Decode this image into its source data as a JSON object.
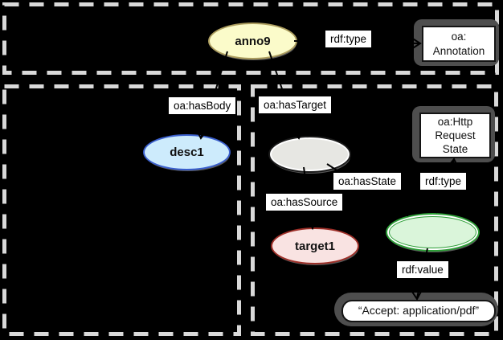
{
  "diagram": {
    "background_color": "#000000",
    "dashed_border_color": "#d9d9d9",
    "shadow_color": "#4e4e4e",
    "nodes": {
      "anno9": {
        "label": "anno9",
        "fill": "#fbfbca",
        "border": "#ac9d5e"
      },
      "desc1": {
        "label": "desc1",
        "fill": "#cdebfc",
        "border": "#3a5fcd"
      },
      "target1": {
        "label": "target1",
        "fill": "#f9e3e2",
        "border": "#9e2f28"
      },
      "blank_specific_resource": {
        "label": "",
        "fill": "#e7e7e3",
        "border": "#1a1a1a"
      },
      "blank_state": {
        "label": "",
        "fill": "#daf5da",
        "border": "#2d9e37"
      },
      "class_annotation": {
        "lines": [
          "oa:",
          "Annotation"
        ]
      },
      "class_http_request_state": {
        "lines": [
          "oa:Http",
          "Request",
          "State"
        ]
      },
      "literal": {
        "label": "“Accept: application/pdf”"
      }
    },
    "edges": {
      "rdf_type_top": {
        "label": "rdf:type"
      },
      "has_body": {
        "label": "oa:hasBody"
      },
      "has_target": {
        "label": "oa:hasTarget"
      },
      "has_state": {
        "label": "oa:hasState"
      },
      "has_source": {
        "label": "oa:hasSource"
      },
      "rdf_type_state": {
        "label": "rdf:type"
      },
      "rdf_value": {
        "label": "rdf:value"
      }
    }
  }
}
